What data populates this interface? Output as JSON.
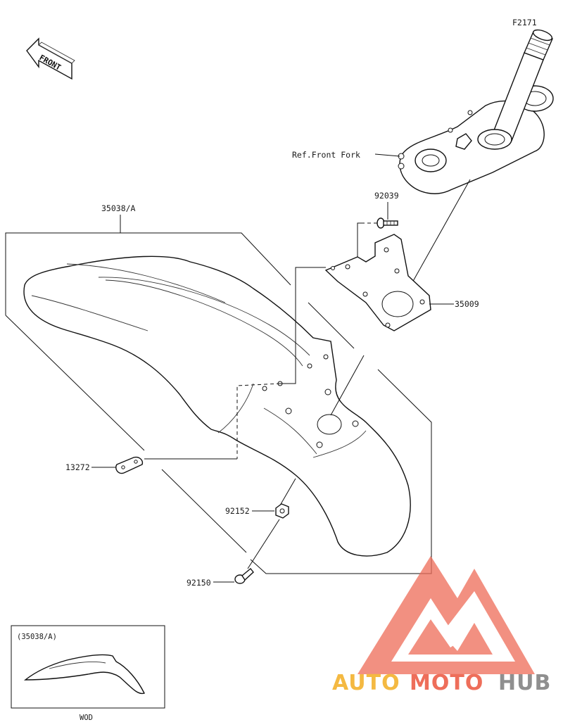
{
  "figure_code": "F2171",
  "front_label": "FRONT",
  "ref_label": "Ref.Front Fork",
  "parts": {
    "fender": "35038/A",
    "bracket": "35009",
    "bolt_top": "92039",
    "plate": "13272",
    "nut": "92152",
    "screw": "92150"
  },
  "inset": {
    "label": "(35038/A)",
    "caption": "WOD"
  },
  "watermark": {
    "word_a": "AUTO",
    "word_b": "MOTO",
    "word_c": "HUB",
    "color_a": "#f4b942",
    "color_b": "#ee6e5a",
    "color_c": "#8f8f8f"
  }
}
